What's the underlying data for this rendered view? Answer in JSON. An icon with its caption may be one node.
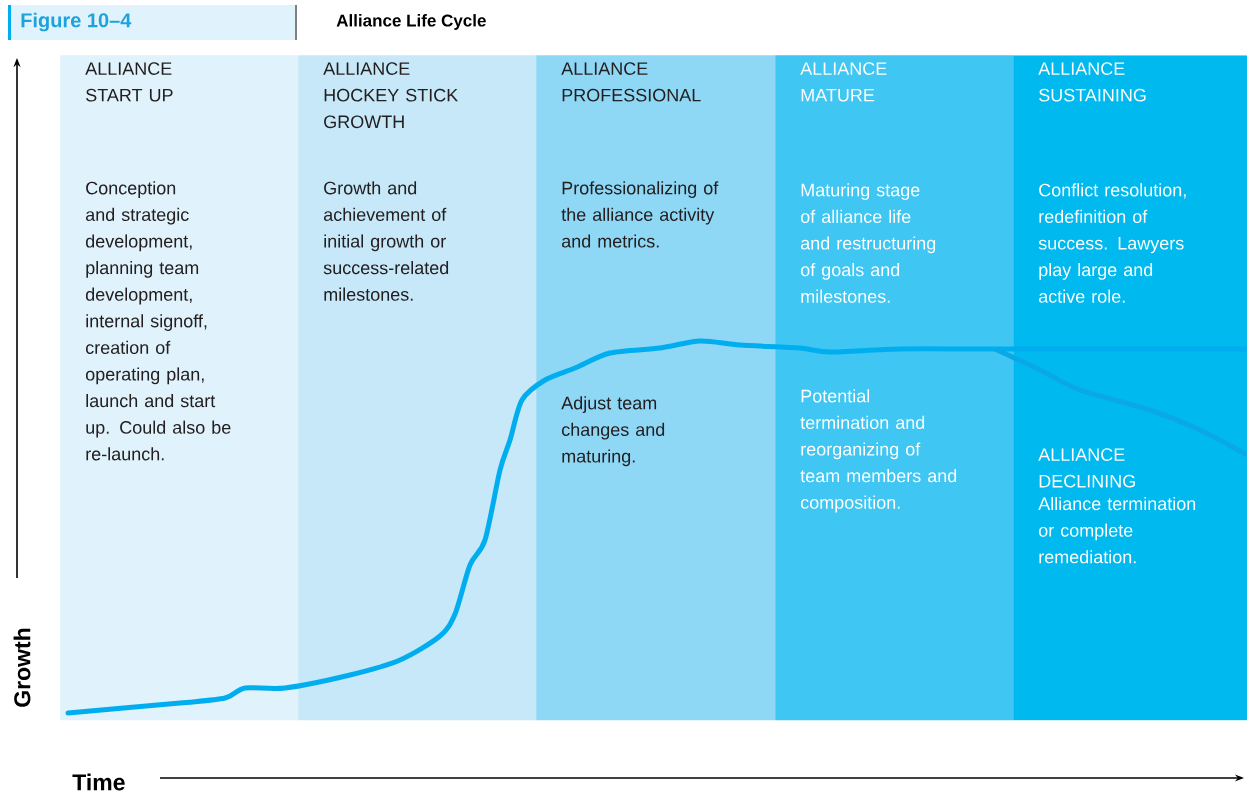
{
  "diagram": {
    "title": "Alliance Life Cycle",
    "nodes": [
      {
        "text": [
          "ALLIANCE START UP",
          "Conception and strategic development, planning team development, internal signoff, creation of operating plan, launch and start up. Could also be re-launch."
        ]
      },
      {
        "text": [
          "ALLIANCE HOCKEY STICK GROWTH",
          "Growth and achievement of initial growth or success-related milestones."
        ]
      },
      {
        "text": [
          "ALLIANCE PROFESSIONAL",
          "Professionalizing of the alliance activity and metrics.",
          "Adjust team changes and maturing."
        ]
      },
      {
        "text": [
          "ALLIANCE MATURE",
          "Maturing stage of alliance life and restructuring of goals and milestones.",
          "Potential termination and reorganizing of team members and composition."
        ]
      },
      {
        "text": [
          "ALLIANCE SUSTAINING",
          "Conflict resolution, redefinition of success. Lawyers play large and active role.",
          "ALLIANCE DECLINING",
          "Alliance termination or complete remediation."
        ]
      }
    ],
    "labels": [
      "Figure 10–4",
      "Growth",
      "Time"
    ]
  }
}
